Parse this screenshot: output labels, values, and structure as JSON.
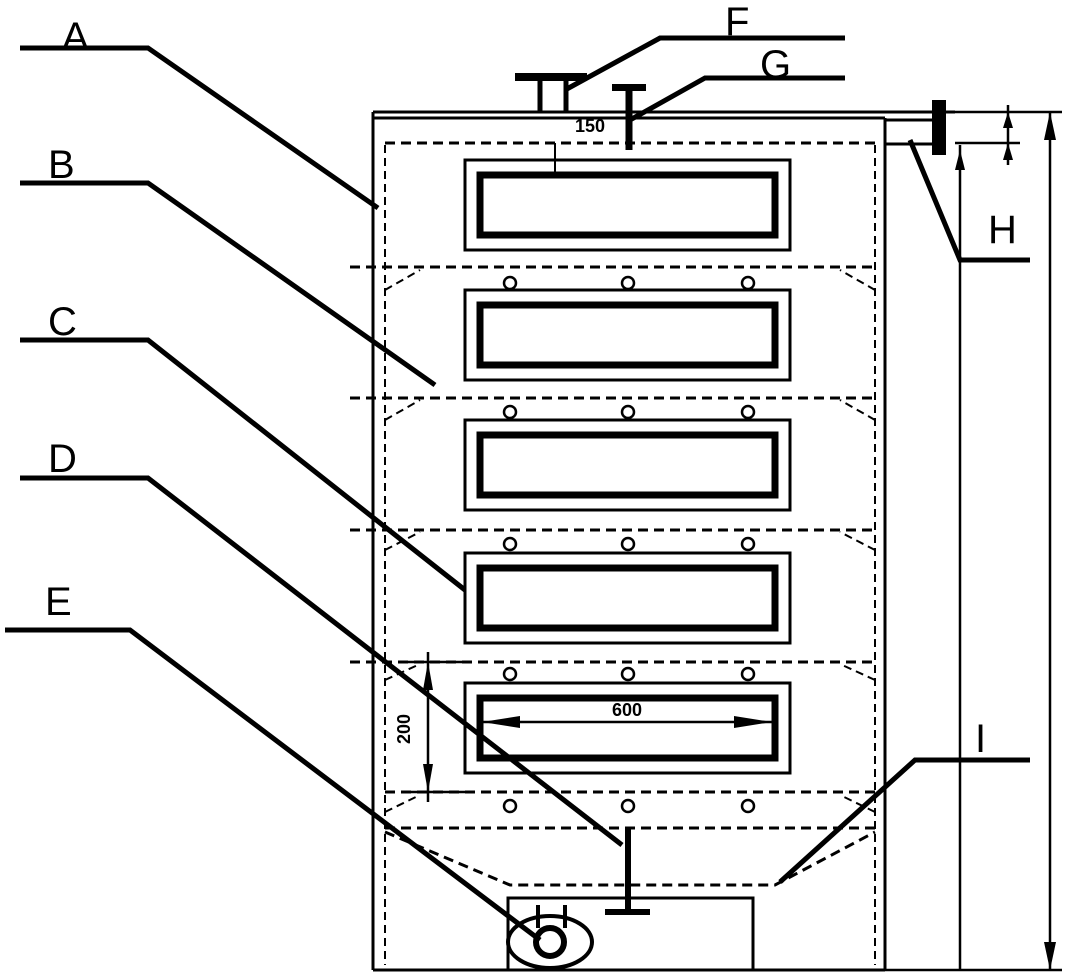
{
  "labels": {
    "A": "A",
    "B": "B",
    "C": "C",
    "D": "D",
    "E": "E",
    "F": "F",
    "G": "G",
    "H": "H",
    "I": "I"
  },
  "dimensions": {
    "top_gap": "150",
    "tray_width": "600",
    "tray_spacing": "200"
  }
}
